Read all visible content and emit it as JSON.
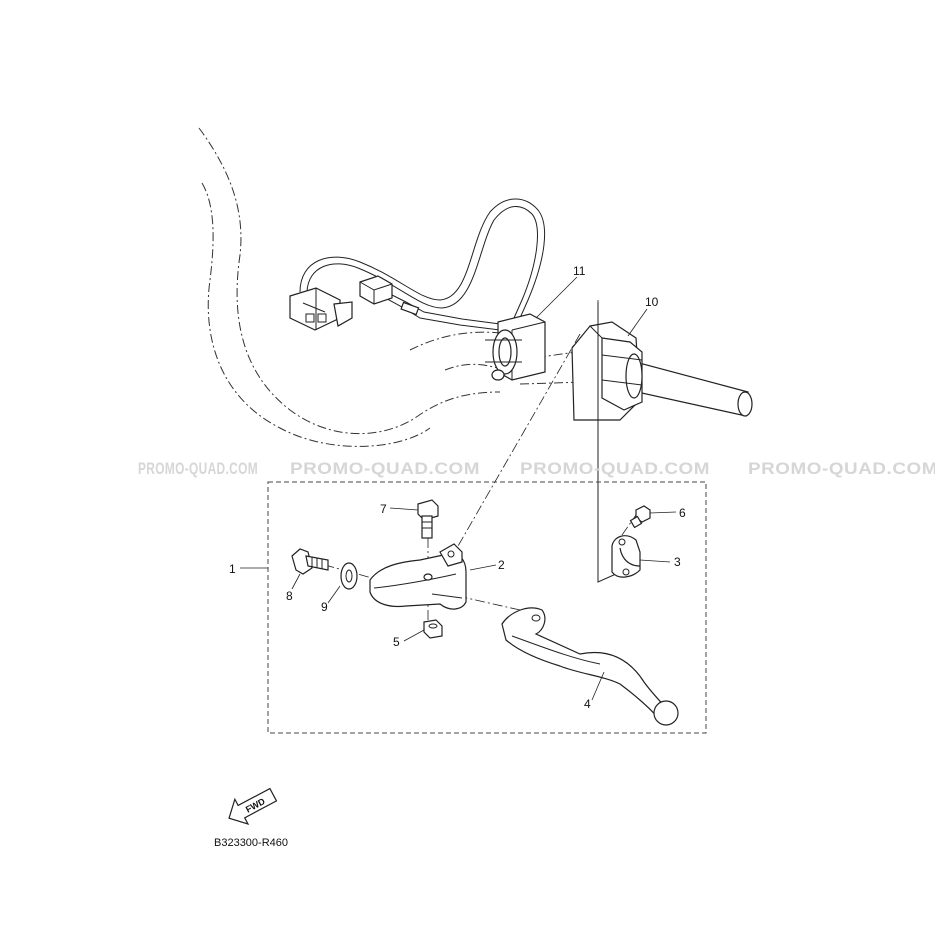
{
  "diagram": {
    "reference_code": "B323300-R460",
    "watermark_text": "PROMO-QUAD.COM",
    "fwd_label": "FWD",
    "callouts": {
      "p1": "1",
      "p2": "2",
      "p3": "3",
      "p4": "4",
      "p5": "5",
      "p6": "6",
      "p7": "7",
      "p8": "8",
      "p9": "9",
      "p10": "10",
      "p11": "11"
    },
    "colors": {
      "line": "#222222",
      "watermark": "#d6d6d6",
      "background": "#ffffff"
    }
  }
}
